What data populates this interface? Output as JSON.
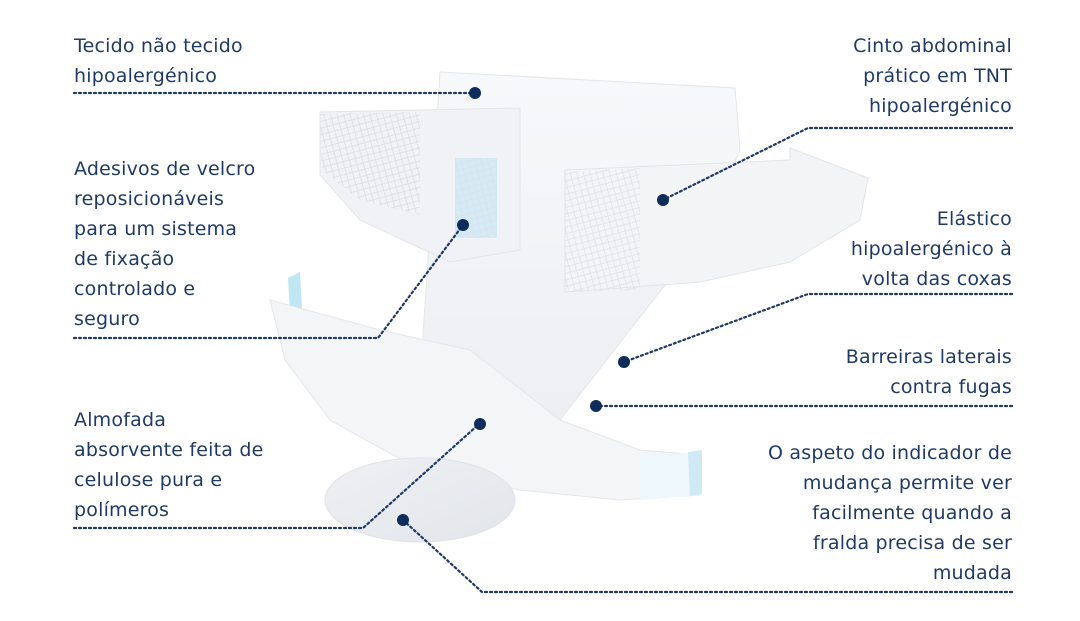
{
  "colors": {
    "text": "#1f3a68",
    "leader": "#1f3a68",
    "dot": "#0f2d5c",
    "product": "#f2f3f5",
    "accent": "#bfe6f2"
  },
  "callouts": [
    {
      "id": "nonwoven",
      "text": "Tecido não tecido\nhipoalergénico",
      "side": "left"
    },
    {
      "id": "velcro",
      "text": "Adesivos de velcro\nreposicionáveis\npara um sistema\nde fixação\ncontrolado e\nseguro",
      "side": "left"
    },
    {
      "id": "pad",
      "text": "Almofada\nabsorvente feita de\ncelulose pura e\npolímeros",
      "side": "left"
    },
    {
      "id": "belt",
      "text": "Cinto abdominal\nprático em TNT\nhipoalergénico",
      "side": "right"
    },
    {
      "id": "elastic",
      "text": "Elástico\nhipoalergénico à\nvolta das coxas",
      "side": "right"
    },
    {
      "id": "barriers",
      "text": "Barreiras laterais\ncontra fugas",
      "side": "right"
    },
    {
      "id": "indicator",
      "text": "O aspeto do indicador de\nmudança permite ver\nfacilmente quando a\nfralda precisa de ser\nmudada",
      "side": "right"
    }
  ]
}
